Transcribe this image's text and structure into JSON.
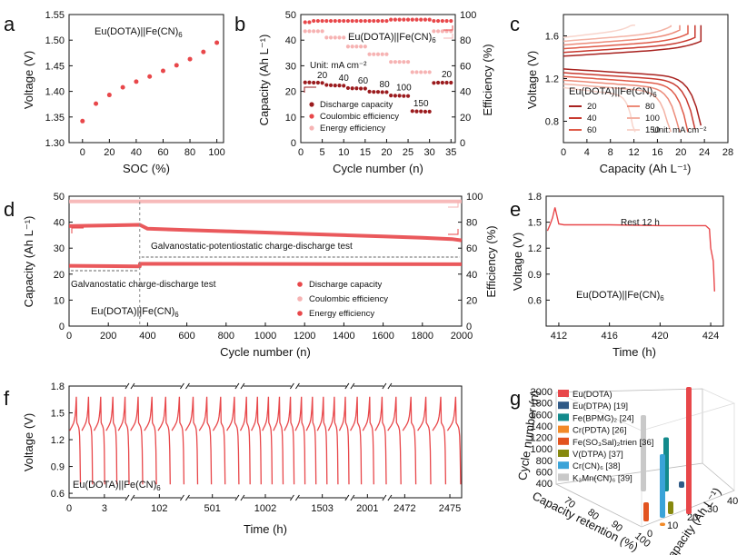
{
  "chart_data": [
    {
      "panel": "a",
      "type": "scatter",
      "xlabel": "SOC (%)",
      "ylabel": "Voltage (V)",
      "annotation": "Eu(DOTA)||Fe(CN)6",
      "xlim": [
        -10,
        105
      ],
      "ylim": [
        1.3,
        1.55
      ],
      "xticks": [
        "0",
        "20",
        "40",
        "60",
        "80",
        "100"
      ],
      "yticks": [
        "1.30",
        "1.35",
        "1.40",
        "1.45",
        "1.50",
        "1.55"
      ],
      "color": "#e8474a",
      "x": [
        0,
        10,
        20,
        30,
        40,
        50,
        60,
        70,
        80,
        90,
        100
      ],
      "y": [
        1.342,
        1.376,
        1.393,
        1.408,
        1.419,
        1.429,
        1.44,
        1.451,
        1.463,
        1.477,
        1.495
      ]
    },
    {
      "panel": "b",
      "type": "scatter",
      "xlabel": "Cycle number (n)",
      "ylabel": "Capacity (Ah L⁻¹)",
      "y2label": "Efficiency (%)",
      "annotation": "Eu(DOTA)||Fe(CN)6",
      "unit_label": "Unit: mA cm⁻²",
      "xlim": [
        0,
        36
      ],
      "ylim": [
        0,
        50
      ],
      "y2lim": [
        0,
        100
      ],
      "xticks": [
        "0",
        "5",
        "10",
        "15",
        "20",
        "25",
        "30",
        "35"
      ],
      "yticks": [
        "0",
        "10",
        "20",
        "30",
        "40",
        "50"
      ],
      "y2ticks": [
        "0",
        "20",
        "40",
        "60",
        "80",
        "100"
      ],
      "current_densities": [
        "20",
        "40",
        "60",
        "80",
        "100",
        "150",
        "20"
      ],
      "series": [
        {
          "name": "Discharge capacity",
          "axis": "left",
          "color": "#9b1b1e",
          "values": [
            23.5,
            23.5,
            23.4,
            23.4,
            23.3,
            22.5,
            22.4,
            22.3,
            22.3,
            22.2,
            21.3,
            21.2,
            21.2,
            21.1,
            21.1,
            19.9,
            19.8,
            19.8,
            19.7,
            19.7,
            18.4,
            18.3,
            18.3,
            18.2,
            18.2,
            12.3,
            12.2,
            12.2,
            12.1,
            12.1,
            23.3,
            23.4,
            23.4,
            23.4,
            23.4
          ]
        },
        {
          "name": "Coulombic efficiency",
          "axis": "right",
          "color": "#e8474a",
          "values": [
            94,
            94,
            95,
            95,
            95,
            95,
            95,
            95,
            95,
            95,
            95,
            95,
            95,
            95,
            95,
            95,
            95,
            95,
            95,
            95,
            96,
            96,
            96,
            96,
            96,
            96,
            96,
            96,
            96,
            96,
            95,
            95,
            95,
            95,
            95
          ]
        },
        {
          "name": "Energy efficiency",
          "axis": "right",
          "color": "#f6b3b3",
          "values": [
            87,
            87,
            87,
            87,
            87,
            82,
            82,
            82,
            82,
            82,
            75,
            75,
            75,
            75,
            75,
            69,
            69,
            69,
            69,
            69,
            63,
            63,
            63,
            63,
            63,
            55,
            55,
            55,
            55,
            55,
            87,
            87,
            87,
            87,
            87
          ]
        }
      ]
    },
    {
      "panel": "c",
      "type": "line",
      "xlabel": "Capacity (Ah L⁻¹)",
      "ylabel": "Voltage (V)",
      "annotation": "Eu(DOTA)||Fe(CN)6",
      "unit_label": "Unit: mA cm⁻²",
      "xlim": [
        0,
        28
      ],
      "ylim": [
        0.6,
        1.8
      ],
      "xticks": [
        "0",
        "4",
        "8",
        "12",
        "16",
        "20",
        "24",
        "28"
      ],
      "yticks": [
        "0.8",
        "1.2",
        "1.6"
      ],
      "series": [
        {
          "name": "20",
          "color": "#a8221f",
          "capacity": 23.4
        },
        {
          "name": "40",
          "color": "#c8392f",
          "capacity": 22.4
        },
        {
          "name": "60",
          "color": "#df5a48",
          "capacity": 21.2
        },
        {
          "name": "80",
          "color": "#ec8a78",
          "capacity": 19.8
        },
        {
          "name": "100",
          "color": "#f3b2a4",
          "capacity": 18.3
        },
        {
          "name": "150",
          "color": "#f8d4cb",
          "capacity": 12.2
        }
      ]
    },
    {
      "panel": "d",
      "type": "scatter",
      "xlabel": "Cycle number (n)",
      "ylabel": "Capacity (Ah L⁻¹)",
      "y2label": "Efficiency (%)",
      "annotation": "Eu(DOTA)||Fe(CN)6",
      "test_labels": [
        "Galvanostatic charge-discharge test",
        "Galvanostatic-potentiostatic charge-discharge test"
      ],
      "switch_cycle": 360,
      "xlim": [
        0,
        2000
      ],
      "ylim": [
        0,
        50
      ],
      "y2lim": [
        0,
        100
      ],
      "xticks": [
        "0",
        "200",
        "400",
        "600",
        "800",
        "1000",
        "1200",
        "1400",
        "1600",
        "1800",
        "2000"
      ],
      "yticks": [
        "0",
        "10",
        "20",
        "30",
        "40",
        "50"
      ],
      "y2ticks": [
        "0",
        "20",
        "40",
        "60",
        "80",
        "100"
      ],
      "series": [
        {
          "name": "Discharge capacity",
          "axis": "left",
          "color": "#e8474a",
          "x": [
            0,
            360,
            361,
            2000
          ],
          "values": [
            23.2,
            23.0,
            24.0,
            23.8
          ]
        },
        {
          "name": "Coulombic efficiency",
          "axis": "right",
          "color": "#f6b3b3",
          "x": [
            0,
            2000
          ],
          "values": [
            96,
            96
          ]
        },
        {
          "name": "Energy efficiency",
          "axis": "right",
          "color": "#e8474a",
          "x": [
            0,
            360,
            400,
            600,
            800,
            1000,
            1200,
            1400,
            1600,
            1800,
            1950,
            2000
          ],
          "values": [
            77,
            78,
            75,
            74,
            73,
            72,
            71,
            70,
            69,
            68,
            67,
            66
          ]
        }
      ]
    },
    {
      "panel": "e",
      "type": "line",
      "xlabel": "Time (h)",
      "ylabel": "Voltage (V)",
      "annotation": "Eu(DOTA)||Fe(CN)6",
      "rest_label": "Rest 12 h",
      "xlim": [
        411,
        425
      ],
      "ylim": [
        0.3,
        1.8
      ],
      "xticks": [
        "412",
        "416",
        "420",
        "424"
      ],
      "yticks": [
        "0.6",
        "0.9",
        "1.2",
        "1.5",
        "1.8"
      ],
      "color": "#e8474a",
      "x": [
        411.1,
        411.3,
        411.5,
        411.7,
        412.0,
        412.4,
        416,
        420,
        423.6,
        423.9,
        424.0,
        424.2,
        424.3
      ],
      "y": [
        1.4,
        1.47,
        1.55,
        1.67,
        1.48,
        1.47,
        1.47,
        1.46,
        1.46,
        1.42,
        1.2,
        1.05,
        0.7
      ]
    },
    {
      "panel": "f",
      "type": "line",
      "xlabel": "Time (h)",
      "ylabel": "Voltage (V)",
      "annotation": "Eu(DOTA)||Fe(CN)6",
      "ylim": [
        0.55,
        1.8
      ],
      "xticks": [
        "0",
        "3",
        "102",
        "501",
        "1002",
        "1503",
        "2001",
        "2472",
        "2475"
      ],
      "yticks": [
        "0.6",
        "0.9",
        "1.2",
        "1.5",
        "1.8"
      ],
      "segments": [
        [
          "0",
          "3"
        ],
        [
          "102"
        ],
        [
          "501"
        ],
        [
          "1002"
        ],
        [
          "1503"
        ],
        [
          "2001"
        ],
        [
          "2472",
          "2475"
        ]
      ],
      "color": "#e8474a",
      "v_high": 1.68,
      "v_low": 0.7
    },
    {
      "panel": "g",
      "type": "bar3d",
      "xlabel": "Capacity retention (%)",
      "ylabel": "Capacity (Ah L⁻¹)",
      "zlabel": "Cycle number (n)",
      "zticks": [
        "400",
        "600",
        "800",
        "1000",
        "1200",
        "1400",
        "1600",
        "1800",
        "2000"
      ],
      "xticks": [
        "100",
        "90",
        "80",
        "70"
      ],
      "yticks": [
        "0",
        "10",
        "20",
        "30",
        "40"
      ],
      "series": [
        {
          "name": "Eu(DOTA)",
          "color": "#e8474a",
          "cycles": 2000
        },
        {
          "name": "Eu(DTPA) [19]",
          "color": "#2f5a86",
          "cycles": 100
        },
        {
          "name": "Fe(BPMG)₂ [24]",
          "color": "#138a8c",
          "cycles": 850
        },
        {
          "name": "Cr(PDTA) [26]",
          "color": "#f28a28",
          "cycles": 50
        },
        {
          "name": "Fe(SO₃Sal)₂trien [36]",
          "color": "#e2531f",
          "cycles": 300
        },
        {
          "name": "V(DTPA) [37]",
          "color": "#86880e",
          "cycles": 200
        },
        {
          "name": "Cr(CN)₆ [38]",
          "color": "#3aa3d8",
          "cycles": 1000
        },
        {
          "name": "K₃Mn(CN)₆ [39]",
          "color": "#c9c9c9",
          "cycles": 1200
        }
      ]
    }
  ],
  "panel_labels": [
    "a",
    "b",
    "c",
    "d",
    "e",
    "f",
    "g"
  ]
}
